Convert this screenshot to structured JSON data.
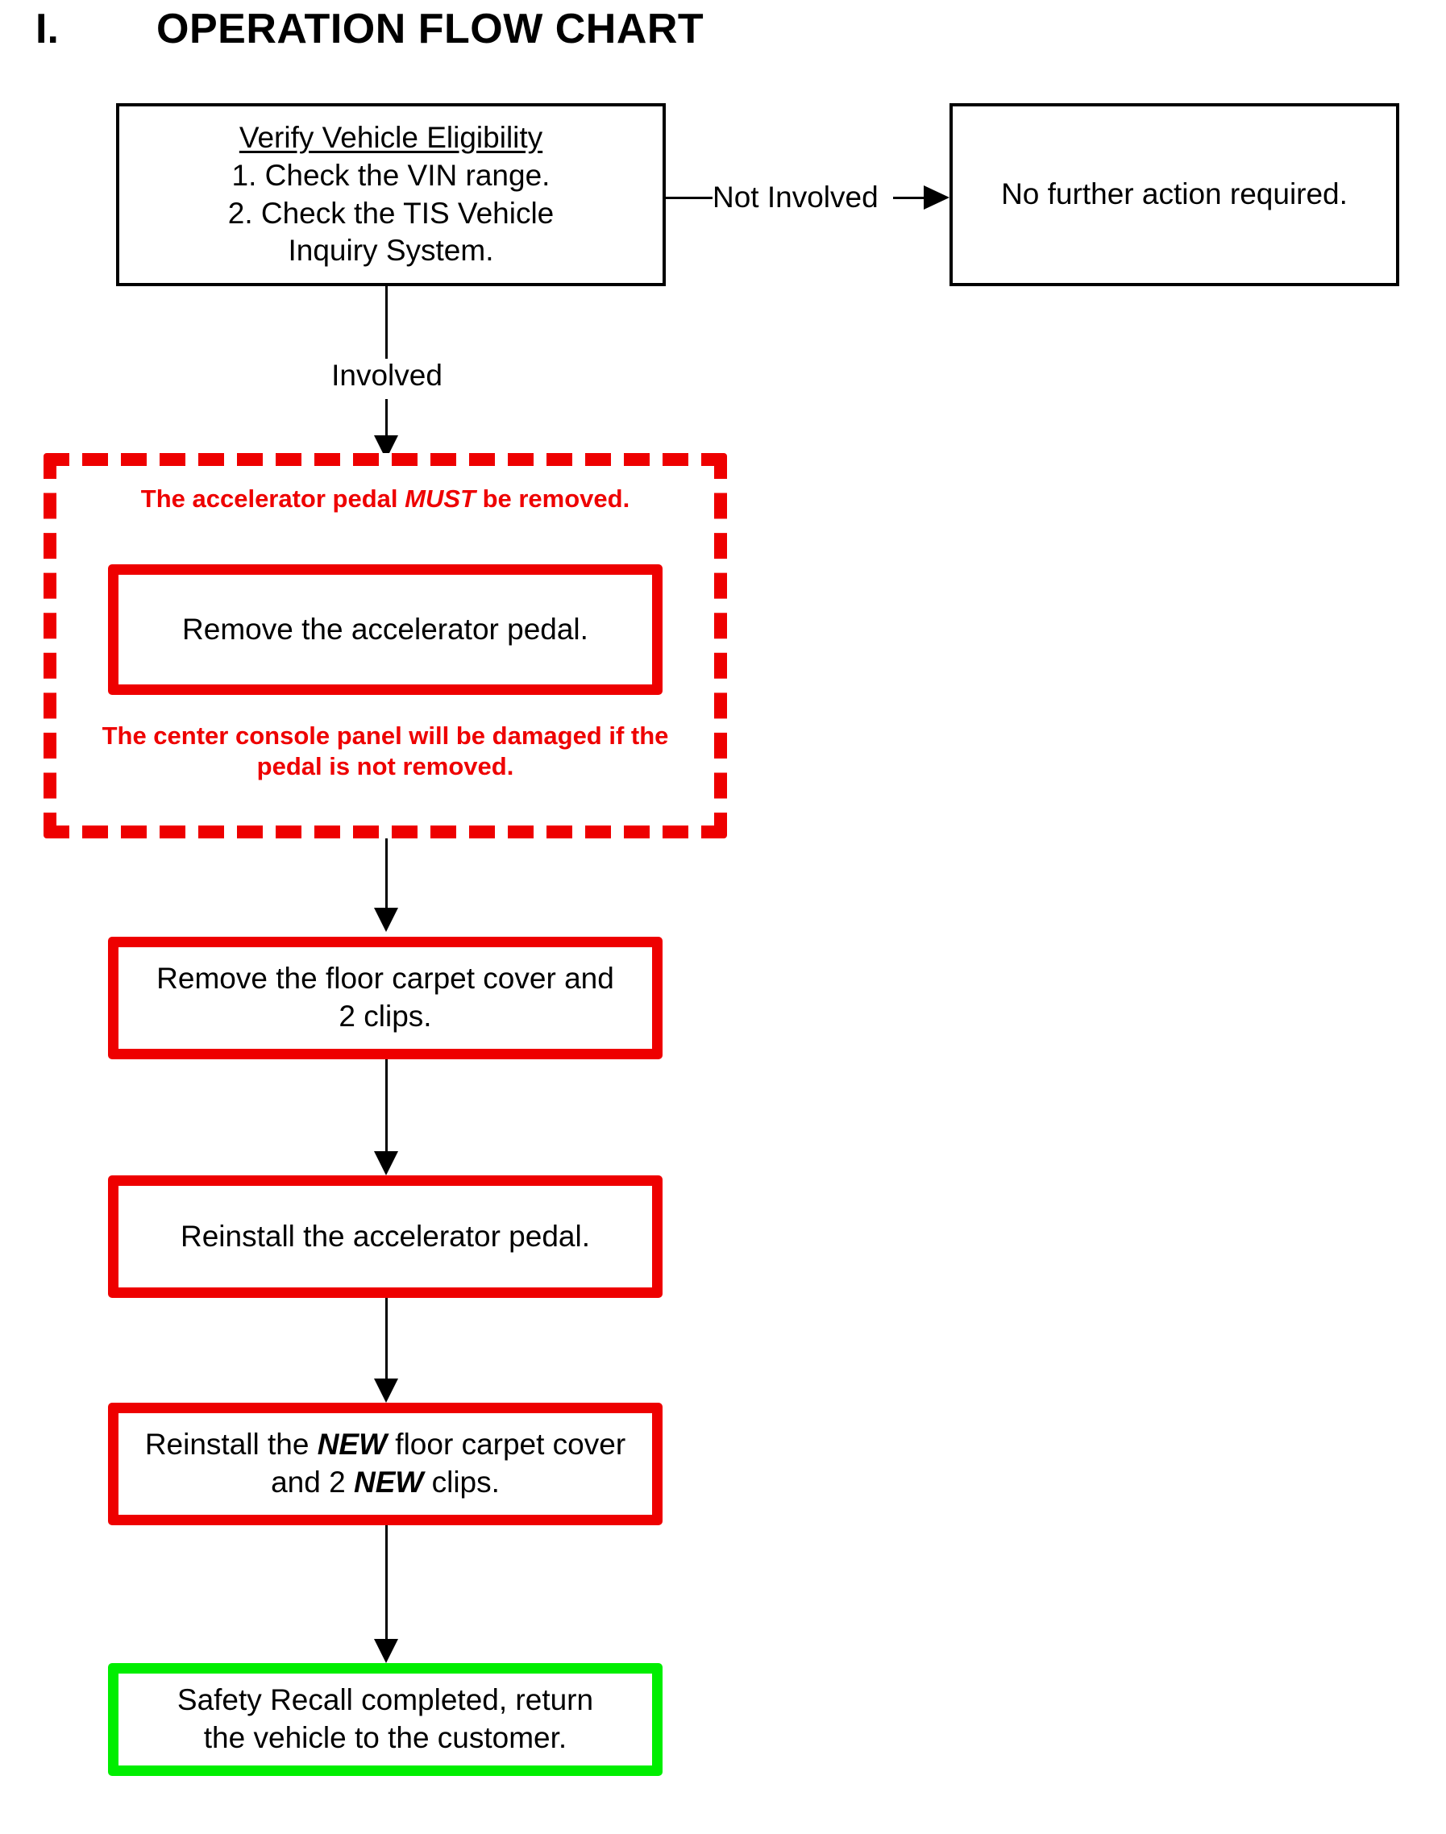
{
  "title": {
    "number": "I.",
    "text": "OPERATION FLOW CHART"
  },
  "colors": {
    "red": "#EE0000",
    "green": "#00EE00",
    "black": "#000000",
    "white": "#FFFFFF"
  },
  "nodes": {
    "eligibility": {
      "heading": "Verify Vehicle Eligibility",
      "line1": "1. Check the VIN range.",
      "line2": "2. Check the TIS Vehicle",
      "line3": "Inquiry System."
    },
    "no_action": {
      "text": "No further action required."
    },
    "warning": {
      "top_text_part1": "The accelerator pedal ",
      "top_text_emphasis": "MUST",
      "top_text_part2": " be removed.",
      "bottom_text": "The center console panel will be damaged if the pedal is not removed."
    },
    "remove_pedal": {
      "text": "Remove the accelerator pedal."
    },
    "remove_carpet": {
      "line1": "Remove the floor carpet cover and",
      "line2": "2 clips."
    },
    "reinstall_pedal": {
      "text": "Reinstall the accelerator pedal."
    },
    "reinstall_carpet": {
      "part1": "Reinstall the ",
      "emphasis1": "NEW",
      "part2": " floor carpet cover and 2 ",
      "emphasis2": "NEW",
      "part3": " clips."
    },
    "complete": {
      "line1": "Safety Recall completed, return",
      "line2": "the vehicle to the customer."
    }
  },
  "edges": {
    "involved_label": "Involved",
    "not_involved_label": "Not Involved"
  }
}
